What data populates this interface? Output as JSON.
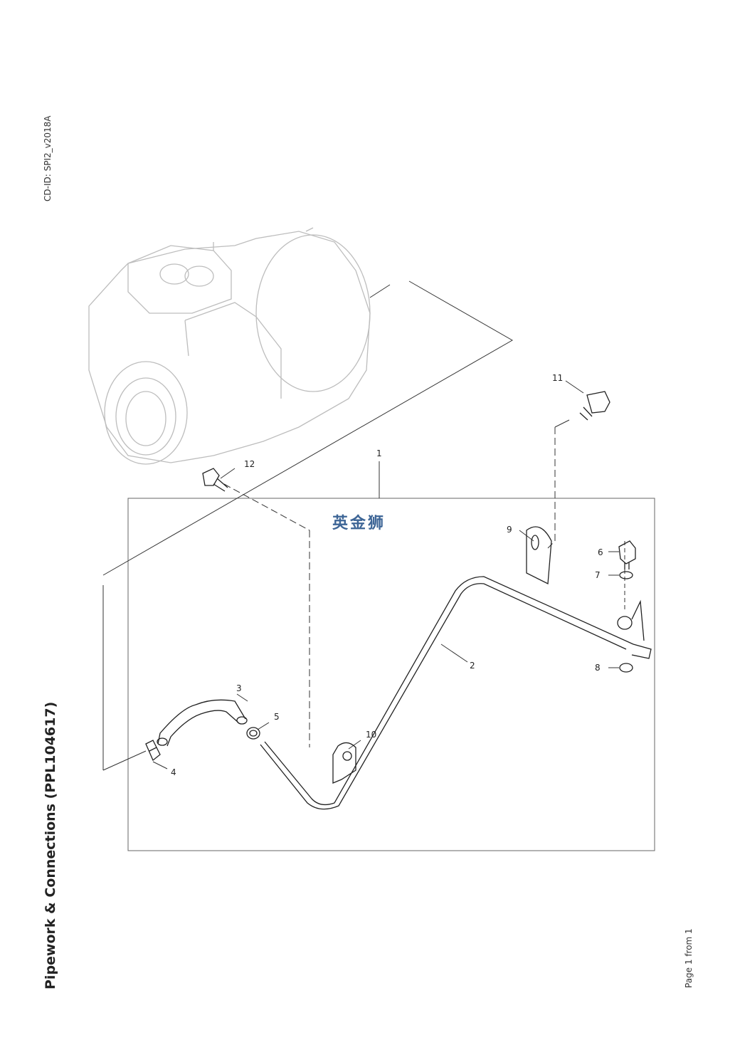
{
  "title": "Pipework & Connections (PPL104617)",
  "cd_id": "CD-ID: SPI2_v2018A",
  "page_label": "Page 1 from 1",
  "watermark": "英金狮",
  "callouts": [
    "1",
    "2",
    "3",
    "4",
    "5",
    "6",
    "7",
    "8",
    "9",
    "10",
    "11",
    "12"
  ],
  "colors": {
    "watermark": "#3d6596",
    "line": "#222222",
    "ghost": "#bdbdbd"
  }
}
